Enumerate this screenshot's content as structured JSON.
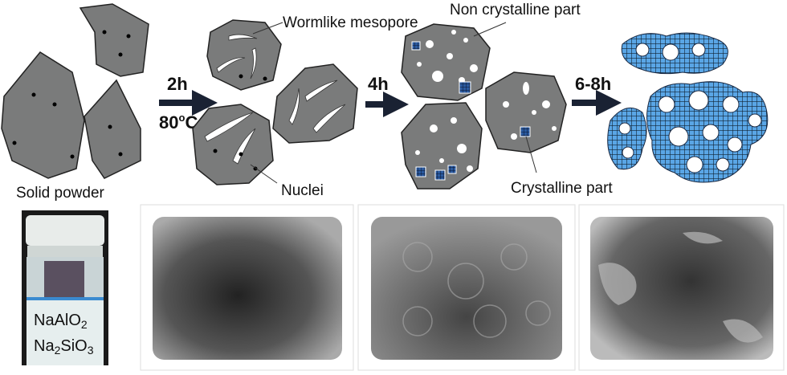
{
  "labels": {
    "solid_powder": "Solid powder",
    "wormlike_mesopore": "Wormlike mesopore",
    "nuclei": "Nuclei",
    "non_crystalline_part": "Non crystalline part",
    "crystalline_part": "Crystalline part"
  },
  "steps": [
    {
      "time": "2h",
      "temperature": "80",
      "temperature_unit": "o",
      "temperature_suffix": "C"
    },
    {
      "time": "4h"
    },
    {
      "time": "6-8h"
    }
  ],
  "bottle": {
    "formula1": {
      "base": "NaAlO",
      "sub": "2"
    },
    "formula2": {
      "a": "Na",
      "sub1": "2",
      "b": "SiO",
      "sub2": "3"
    }
  },
  "colors": {
    "particle": "#7a7b7b",
    "crystal_blue": "#3b8fd6",
    "arrow": "#1a2233"
  }
}
